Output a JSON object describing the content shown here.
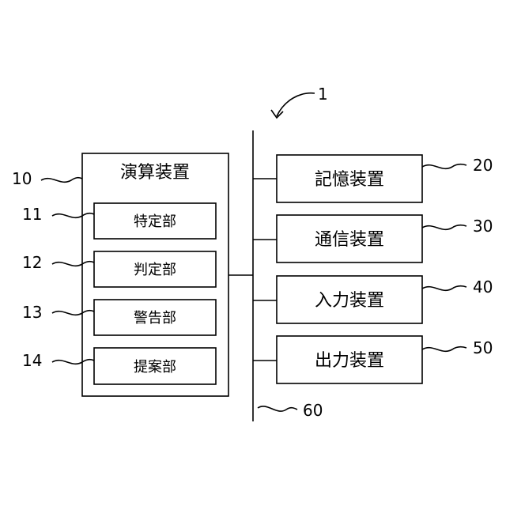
{
  "system_ref": "1",
  "bus_ref": "60",
  "processor": {
    "ref": "10",
    "label": "演算装置",
    "units": [
      {
        "ref": "11",
        "label": "特定部"
      },
      {
        "ref": "12",
        "label": "判定部"
      },
      {
        "ref": "13",
        "label": "警告部"
      },
      {
        "ref": "14",
        "label": "提案部"
      }
    ]
  },
  "devices": [
    {
      "ref": "20",
      "label": "記憶装置"
    },
    {
      "ref": "30",
      "label": "通信装置"
    },
    {
      "ref": "40",
      "label": "入力装置"
    },
    {
      "ref": "50",
      "label": "出力装置"
    }
  ]
}
